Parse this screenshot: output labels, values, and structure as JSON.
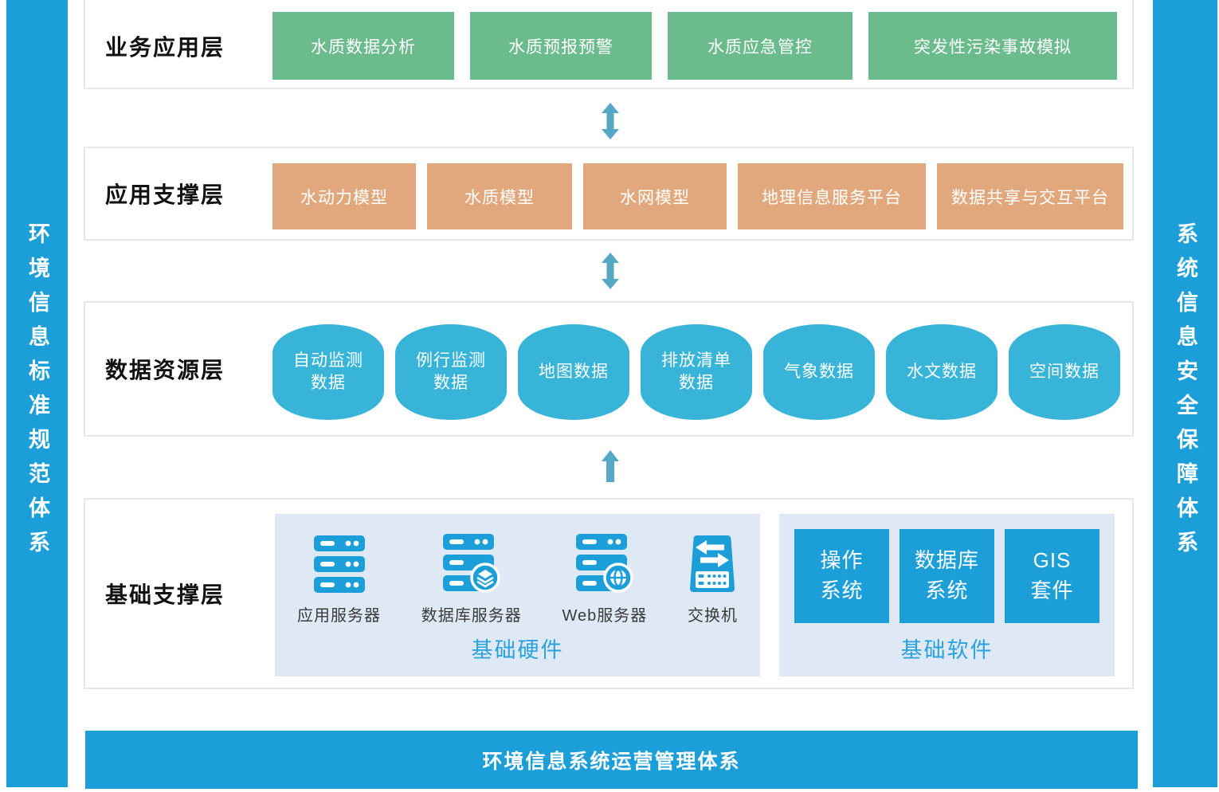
{
  "colors": {
    "pillar_blue": "#1C9ED9",
    "business_green": "#6CBB8C",
    "support_tan": "#E2A87D",
    "cylinder_blue": "#38B4D8",
    "arrow_blue": "#55A8C6",
    "panel_light_blue": "#DEE9F5",
    "software_square_blue": "#1C9ED9",
    "panel_title_blue": "#2BA2DD"
  },
  "left_pillar": {
    "label": "环境信息标准规范体系"
  },
  "right_pillar": {
    "label": "系统信息安全保障体系"
  },
  "bottom_bar": {
    "label": "环境信息系统运营管理体系"
  },
  "layers": {
    "business": {
      "title": "业务应用层",
      "items": [
        "水质数据分析",
        "水质预报预警",
        "水质应急管控",
        "突发性污染事故模拟"
      ]
    },
    "support": {
      "title": "应用支撑层",
      "items": [
        "水动力模型",
        "水质模型",
        "水网模型",
        "地理信息服务平台",
        "数据共享与交互平台"
      ]
    },
    "data": {
      "title": "数据资源层",
      "items": [
        "自动监测\n数据",
        "例行监测\n数据",
        "地图数据",
        "排放清单\n数据",
        "气象数据",
        "水文数据",
        "空间数据"
      ]
    },
    "infra": {
      "title": "基础支撑层",
      "hardware": {
        "title": "基础硬件",
        "items": [
          {
            "label": "应用服务器",
            "icon": "app-server-icon"
          },
          {
            "label": "数据库服务器",
            "icon": "database-server-icon"
          },
          {
            "label": "Web服务器",
            "icon": "web-server-icon"
          },
          {
            "label": "交换机",
            "icon": "switch-icon"
          }
        ]
      },
      "software": {
        "title": "基础软件",
        "items": [
          "操作\n系统",
          "数据库\n系统",
          "GIS\n套件"
        ]
      }
    }
  }
}
